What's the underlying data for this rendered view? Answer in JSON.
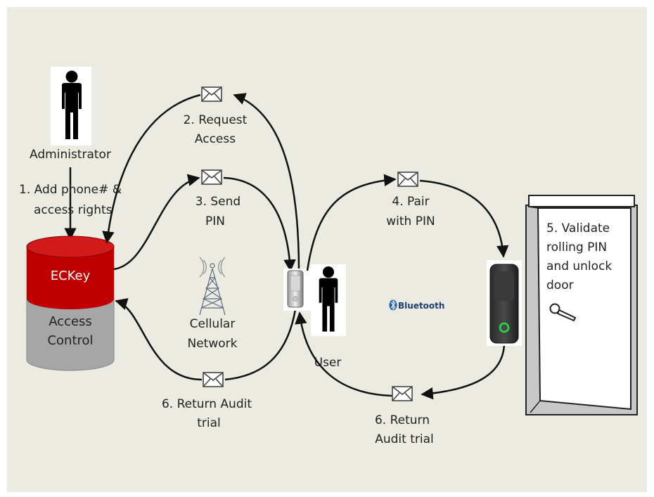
{
  "colors": {
    "slide_background": "#ecebe2",
    "db_top": "#c00000",
    "db_bottom": "#a6a6a6",
    "arrow": "#111111",
    "reader_led": "#22dd44"
  },
  "actors": {
    "administrator": "Administrator",
    "user": "User"
  },
  "database": {
    "top_label": "ECKey",
    "bottom_line1": "Access",
    "bottom_line2": "Control"
  },
  "steps": {
    "step1_line1": "1. Add phone# &",
    "step1_line2": "access rights",
    "step2_line1": "2. Request",
    "step2_line2": "Access",
    "step3_line1": "3. Send",
    "step3_line2": "PIN",
    "step4_line1": "4. Pair",
    "step4_line2": "with PIN",
    "step5_line1": "5. Validate",
    "step5_line2": "rolling PIN",
    "step5_line3": "and unlock",
    "step5_line4": "door",
    "step6a_line1": "6. Return Audit",
    "step6a_line2": "trial",
    "step6b_line1": "6. Return",
    "step6b_line2": "Audit trial"
  },
  "tower": {
    "line1": "Cellular",
    "line2": "Network"
  },
  "bluetooth": {
    "label": "Bluetooth"
  },
  "icons": [
    "person-icon",
    "envelope-icon",
    "cell-tower-icon",
    "mobile-phone-icon",
    "bluetooth-icon",
    "card-reader-icon",
    "door-handle-icon"
  ]
}
